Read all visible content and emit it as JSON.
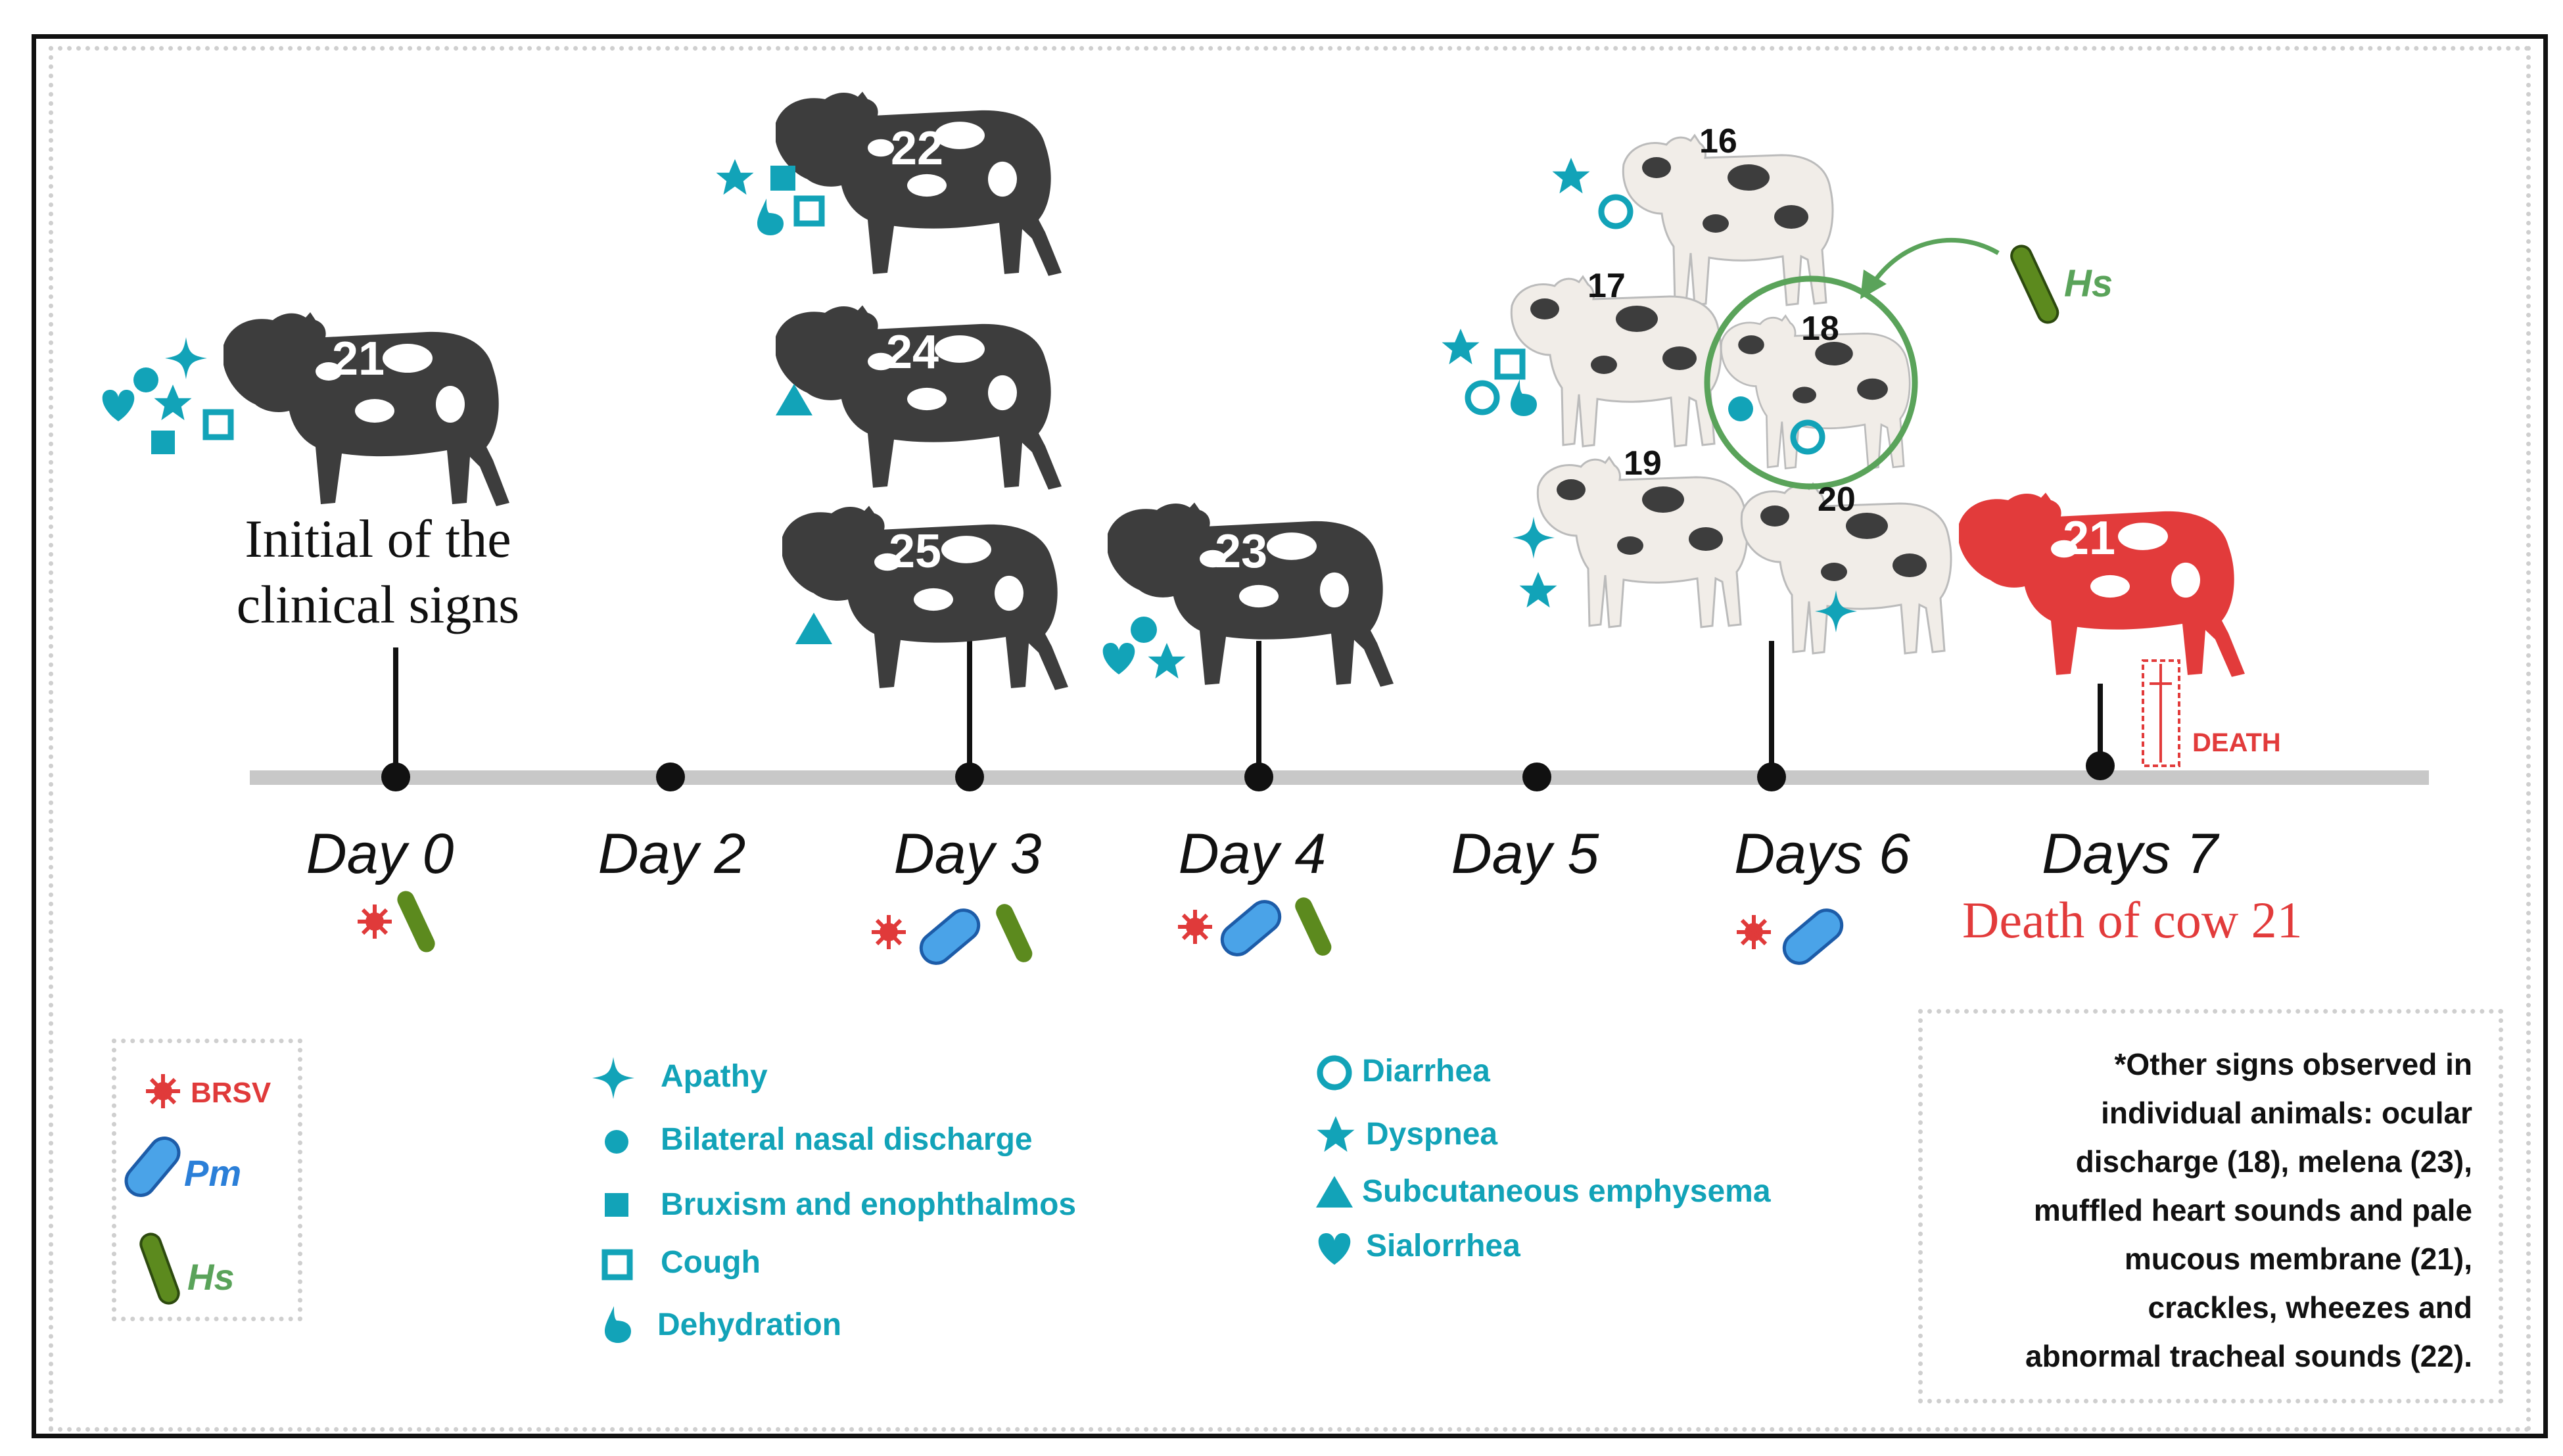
{
  "timeline": {
    "days": [
      {
        "label": "Day 0"
      },
      {
        "label": "Day 2"
      },
      {
        "label": "Day 3"
      },
      {
        "label": "Day 4"
      },
      {
        "label": "Day 5"
      },
      {
        "label": "Days 6"
      },
      {
        "label": "Days 7"
      }
    ],
    "start_caption_line1": "Initial of the",
    "start_caption_line2": "clinical signs",
    "death_caption": "Death of cow 21",
    "death_label": "DEATH",
    "hs_arrow_label": "Hs"
  },
  "animals": [
    {
      "id": "21"
    },
    {
      "id": "22"
    },
    {
      "id": "24"
    },
    {
      "id": "25"
    },
    {
      "id": "23"
    },
    {
      "id": "16"
    },
    {
      "id": "17"
    },
    {
      "id": "18"
    },
    {
      "id": "19"
    },
    {
      "id": "20"
    },
    {
      "id": "21"
    }
  ],
  "pathogen_legend": [
    {
      "label": "BRSV",
      "icon": "virus-icon",
      "color": "#e03a3a"
    },
    {
      "label": "Pm",
      "icon": "capsule-icon",
      "color": "#2b7fd8"
    },
    {
      "label": "Hs",
      "icon": "rod-bacterium-icon",
      "color": "#5c8a1e"
    }
  ],
  "signs_legend": [
    {
      "label": "Apathy",
      "icon": "four-point-star-icon"
    },
    {
      "label": "Bilateral nasal discharge",
      "icon": "filled-circle-icon"
    },
    {
      "label": "Bruxism and enophthalmos",
      "icon": "filled-square-icon"
    },
    {
      "label": "Cough",
      "icon": "hollow-square-icon"
    },
    {
      "label": "Dehydration",
      "icon": "drop-icon"
    },
    {
      "label": "Diarrhea",
      "icon": "ring-icon"
    },
    {
      "label": "Dyspnea",
      "icon": "five-point-star-icon"
    },
    {
      "label": "Subcutaneous emphysema",
      "icon": "triangle-icon"
    },
    {
      "label": "Sialorrhea",
      "icon": "heart-icon"
    }
  ],
  "note": {
    "lines": [
      "*Other signs observed in",
      "individual animals: ocular",
      "discharge (18), melena (23),",
      "muffled heart sounds and pale",
      "mucous membrane (21),",
      "crackles, wheezes and",
      "abnormal tracheal sounds (22)."
    ]
  },
  "colors": {
    "teal": "#12a3b8",
    "death_red": "#e23b3b",
    "adult_cow": "#3d3d3d",
    "calf": "#f1ede8",
    "timeline": "#c8c8c8",
    "hs_green": "#5aa35a"
  }
}
